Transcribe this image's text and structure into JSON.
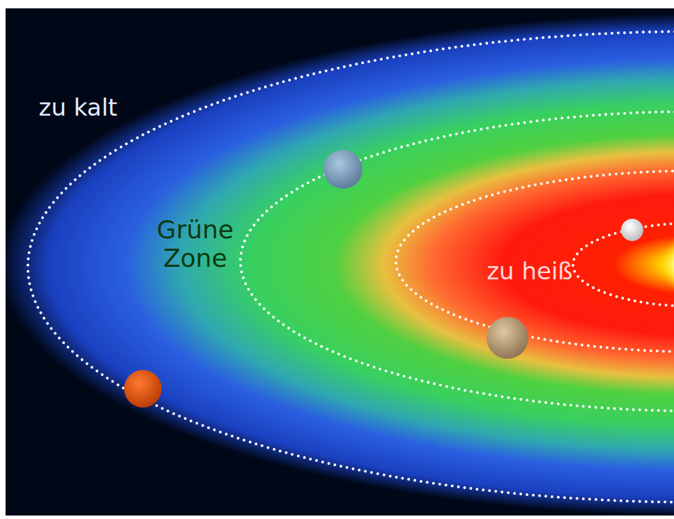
{
  "diagram": {
    "labels": [
      "zu kalt",
      "Grüne Zone",
      "zu heiß"
    ]
  }
}
